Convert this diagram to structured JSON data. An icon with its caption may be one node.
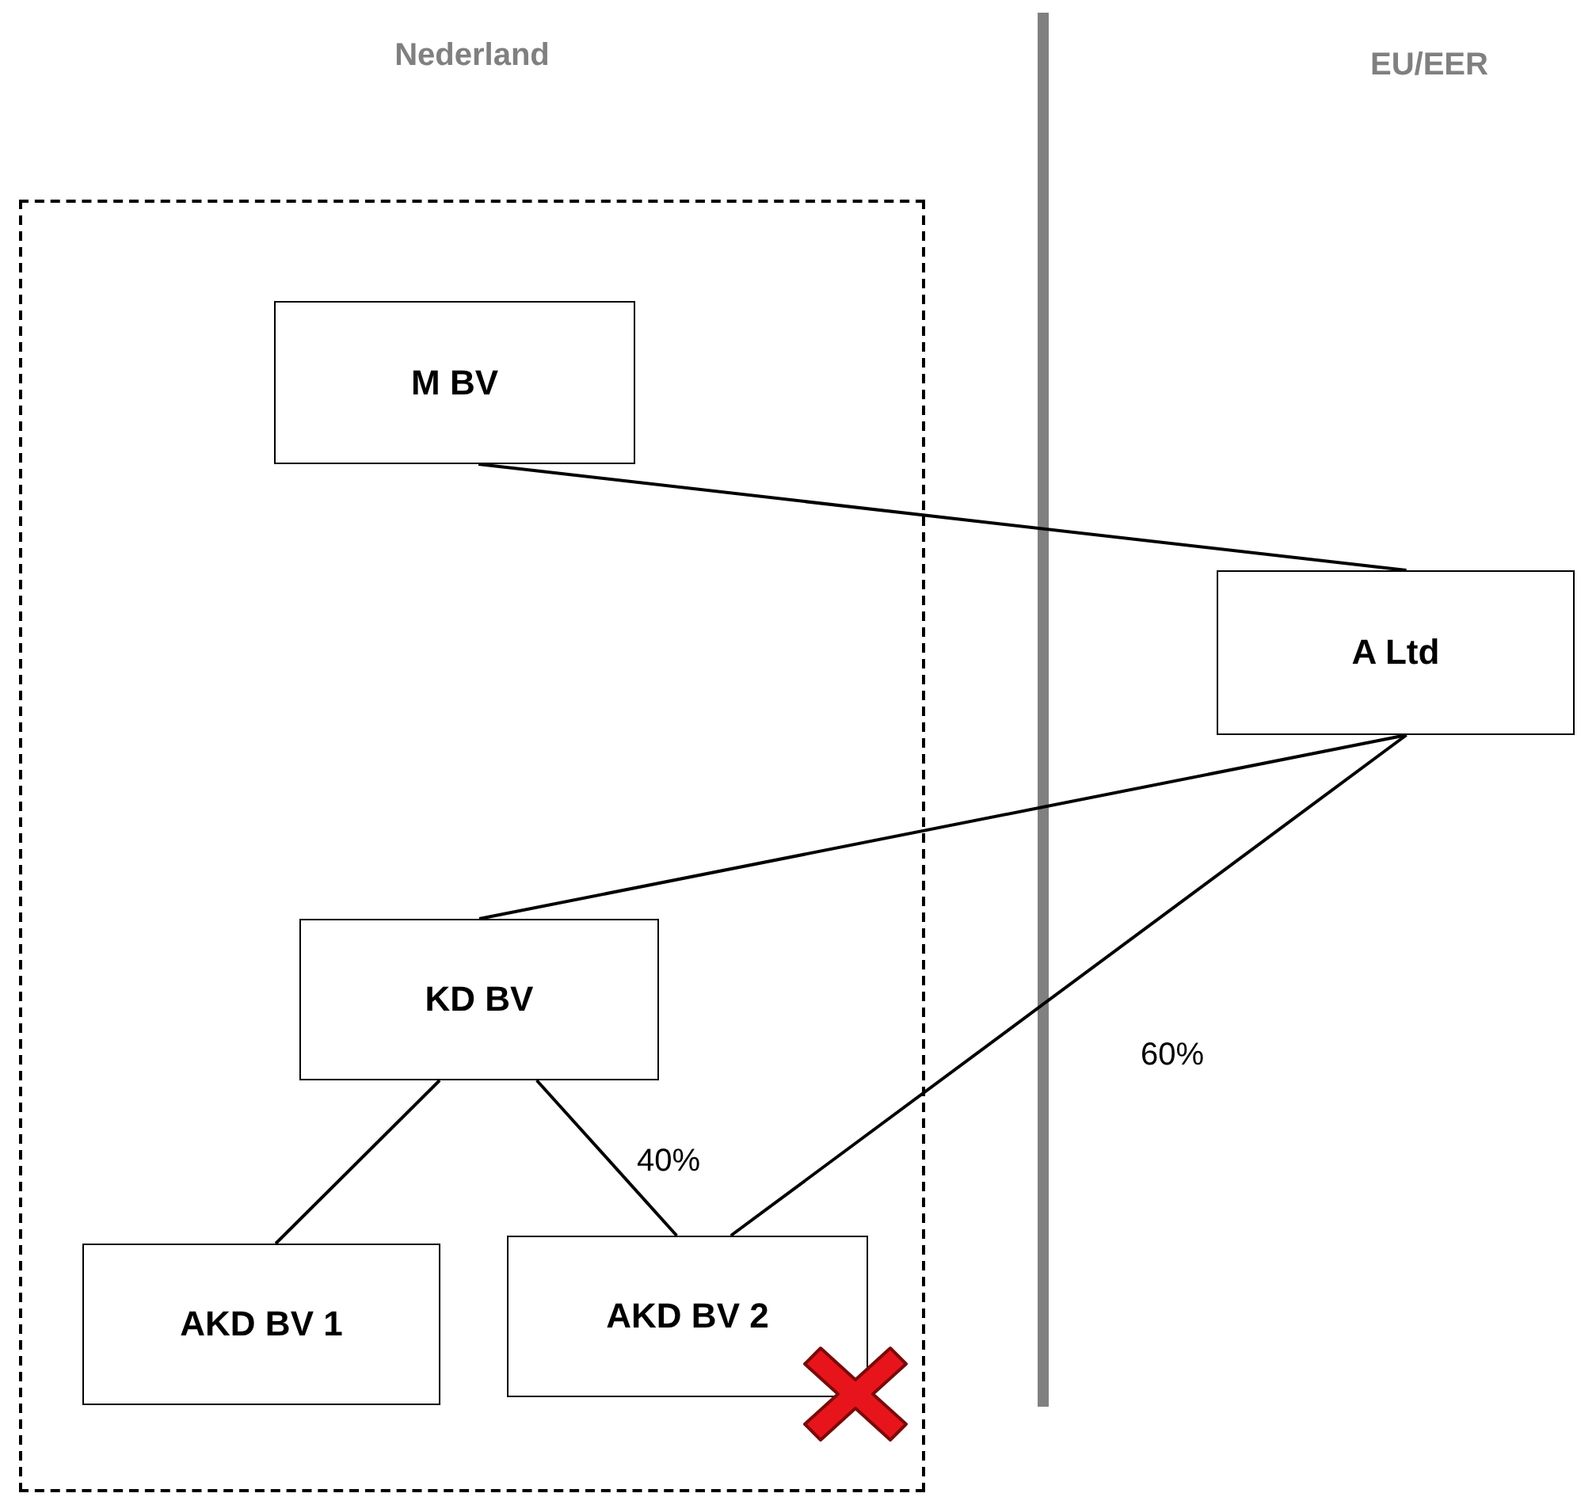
{
  "diagram": {
    "nodes": [
      {
        "text": [
          "Nederland"
        ]
      },
      {
        "text": [
          "M BV"
        ],
        "in": 0
      },
      {
        "text": [
          "A Ltd"
        ]
      },
      {
        "text": [
          "KD BV"
        ],
        "in": 0
      },
      {
        "text": [
          "AKD BV 1"
        ],
        "in": 0
      },
      {
        "text": [
          "AKD BV 2"
        ],
        "in": 0
      }
    ],
    "edges": [
      {
        "from": 1,
        "to": 2,
        "arrow": "none"
      },
      {
        "from": 2,
        "to": 3,
        "arrow": "none"
      },
      {
        "from": 3,
        "to": 4,
        "arrow": "none"
      },
      {
        "from": 3,
        "to": 5,
        "arrow": "none",
        "label": "40%"
      },
      {
        "from": 2,
        "to": 5,
        "arrow": "none",
        "label": "60%"
      }
    ],
    "labels": [
      "EU/EER"
    ]
  }
}
